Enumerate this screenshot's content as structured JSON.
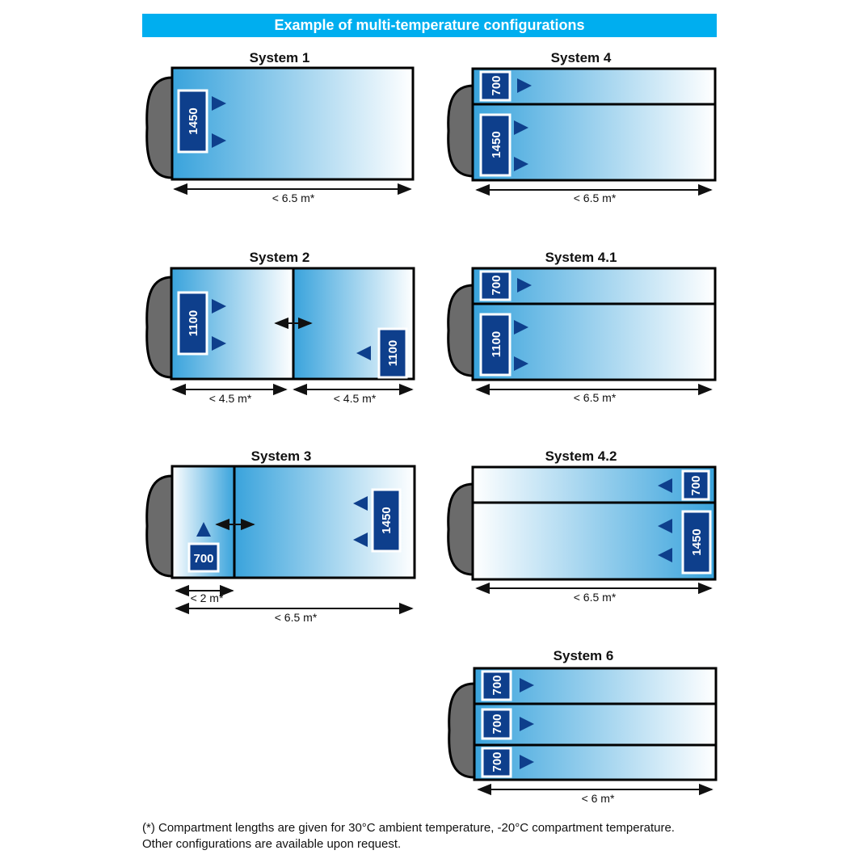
{
  "title": "Example of multi-temperature configurations",
  "footnote": {
    "line1": "(*) Compartment lengths are given for 30°C ambient temperature, -20°C compartment temperature.",
    "line2": "Other configurations are available upon request."
  },
  "colors": {
    "header": "#00AEEF",
    "unit": "#0E3F8C",
    "gradient_dark": "#39A3DC",
    "gradient_light": "#FFFFFF",
    "cab": "#6B6B6B"
  },
  "systems": [
    {
      "title": "System 1",
      "units": [
        "1450"
      ],
      "dimensions": [
        "< 6.5 m*"
      ]
    },
    {
      "title": "System 2",
      "units": [
        "1100",
        "1100"
      ],
      "dimensions": [
        "< 4.5 m*",
        "< 4.5 m*"
      ]
    },
    {
      "title": "System 3",
      "units": [
        "700",
        "1450"
      ],
      "dimensions": [
        "< 2 m*",
        "< 6.5 m*"
      ]
    },
    {
      "title": "System 4",
      "units": [
        "700",
        "1450"
      ],
      "dimensions": [
        "< 6.5 m*"
      ]
    },
    {
      "title": "System 4.1",
      "units": [
        "700",
        "1100"
      ],
      "dimensions": [
        "< 6.5 m*"
      ]
    },
    {
      "title": "System 4.2",
      "units": [
        "700",
        "1450"
      ],
      "dimensions": [
        "< 6.5 m*"
      ]
    },
    {
      "title": "System 6",
      "units": [
        "700",
        "700",
        "700"
      ],
      "dimensions": [
        "< 6 m*"
      ]
    }
  ]
}
